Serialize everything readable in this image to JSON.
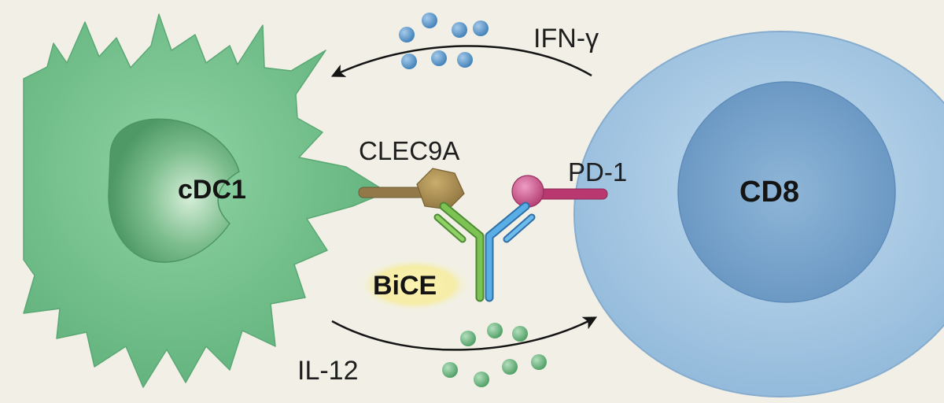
{
  "cells": {
    "dendritic": {
      "label": "cDC1"
    },
    "tcell": {
      "label": "CD8"
    }
  },
  "molecules": {
    "receptor": {
      "label": "CLEC9A"
    },
    "checkpoint": {
      "label": "PD-1"
    },
    "antibody": {
      "label": "BiCE"
    }
  },
  "cytokines": {
    "top": {
      "label": "IFN-γ"
    },
    "bottom": {
      "label": "IL-12"
    }
  },
  "colors": {
    "background": "#f2f0e6",
    "dendritic_cell": "#6fbf8a",
    "tcell": "#a9c8e2",
    "clec9a": "#a88d52",
    "pd1": "#c2457e",
    "antibody_green": "#6ab44a",
    "antibody_blue": "#4a9ad4",
    "ifn_dots": "#4f8fc6",
    "il12_dots": "#5fae74"
  }
}
